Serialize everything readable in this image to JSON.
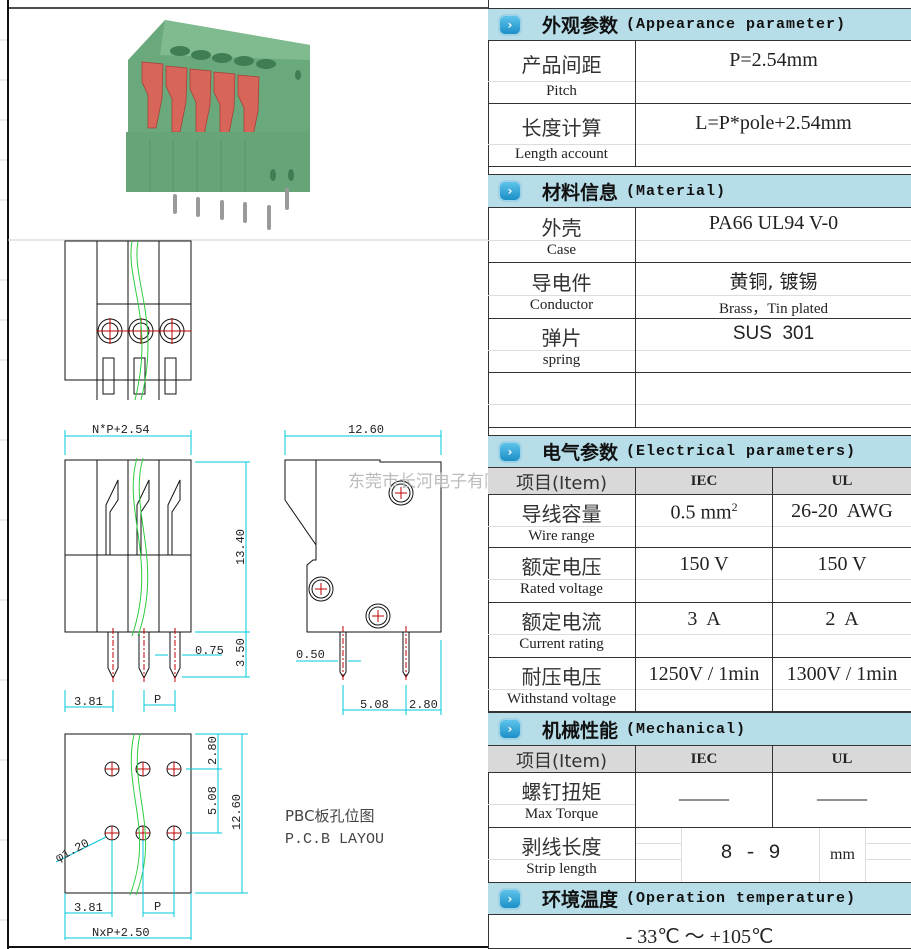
{
  "colors": {
    "header_bg": "#b6dde8",
    "item_bg": "#d9d9d9",
    "dim_line": "#00c8d8",
    "wire": "#2ecc40",
    "center": "#c00000",
    "body_green": "#6aa97c",
    "lever_red": "#d8655a"
  },
  "watermark": "东莞市长河电子有限公司",
  "drawings": {
    "front": {
      "width_dim": "N*P+2.54",
      "height_dim": "13.40",
      "pin_dim": "3.50",
      "pin_width": "0.75",
      "offset": "3.81",
      "pitch": "P"
    },
    "side": {
      "depth_dim": "12.60",
      "pin_width": "0.50",
      "pin_spacing": "5.08",
      "edge": "2.80"
    },
    "pcb": {
      "top": "2.80",
      "row_spacing": "5.08",
      "depth": "12.60",
      "hole": "φ1.20",
      "offset": "3.81",
      "pitch": "P",
      "width": "NxP+2.50",
      "title_cn": "PBC板孔位图",
      "title_en": "P.C.B LAYOU"
    }
  },
  "appearance": {
    "title_cn": "外观参数",
    "title_en": "(Appearance parameter)",
    "rows": [
      {
        "cn": "产品间距",
        "en": "Pitch",
        "value": "P=2.54mm"
      },
      {
        "cn": "长度计算",
        "en": "Length account",
        "value": "L=P*pole+2.54mm"
      }
    ]
  },
  "material": {
    "title_cn": "材料信息",
    "title_en": "(Material)",
    "rows": [
      {
        "cn": "外壳",
        "en": "Case",
        "value": "PA66 UL94 V-0",
        "value_en": ""
      },
      {
        "cn": "导电件",
        "en": "Conductor",
        "value": "黄铜, 镀锡",
        "value_en": "Brass，Tin plated"
      },
      {
        "cn": "弹片",
        "en": "spring",
        "value": "SUS  301",
        "value_en": ""
      }
    ]
  },
  "electrical": {
    "title_cn": "电气参数",
    "title_en": "(Electrical parameters)",
    "item": "项目(Item)",
    "col_iec": "IEC",
    "col_ul": "UL",
    "rows": [
      {
        "cn": "导线容量",
        "en": "Wire range",
        "iec": "0.5 mm",
        "iec_sup": "2",
        "ul": "26-20  AWG"
      },
      {
        "cn": "额定电压",
        "en": "Rated voltage",
        "iec": "150 V",
        "ul": "150 V"
      },
      {
        "cn": "额定电流",
        "en": "Current rating",
        "iec": "3  A",
        "ul": "2  A"
      },
      {
        "cn": "耐压电压",
        "en": "Withstand voltage",
        "iec": "1250V / 1min",
        "ul": "1300V / 1min"
      }
    ]
  },
  "mechanical": {
    "title_cn": "机械性能",
    "title_en": "(Mechanical)",
    "item": "项目(Item)",
    "col_iec": "IEC",
    "col_ul": "UL",
    "torque": {
      "cn": "螺钉扭矩",
      "en": "Max Torque",
      "iec": "_____",
      "ul": "_____"
    },
    "strip": {
      "cn": "剥线长度",
      "en": "Strip length",
      "value": "8 - 9",
      "unit": "mm"
    }
  },
  "temperature": {
    "title_cn": "环境温度",
    "title_en": "(Operation temperature)",
    "value": "- 33℃ ～ +105℃"
  }
}
